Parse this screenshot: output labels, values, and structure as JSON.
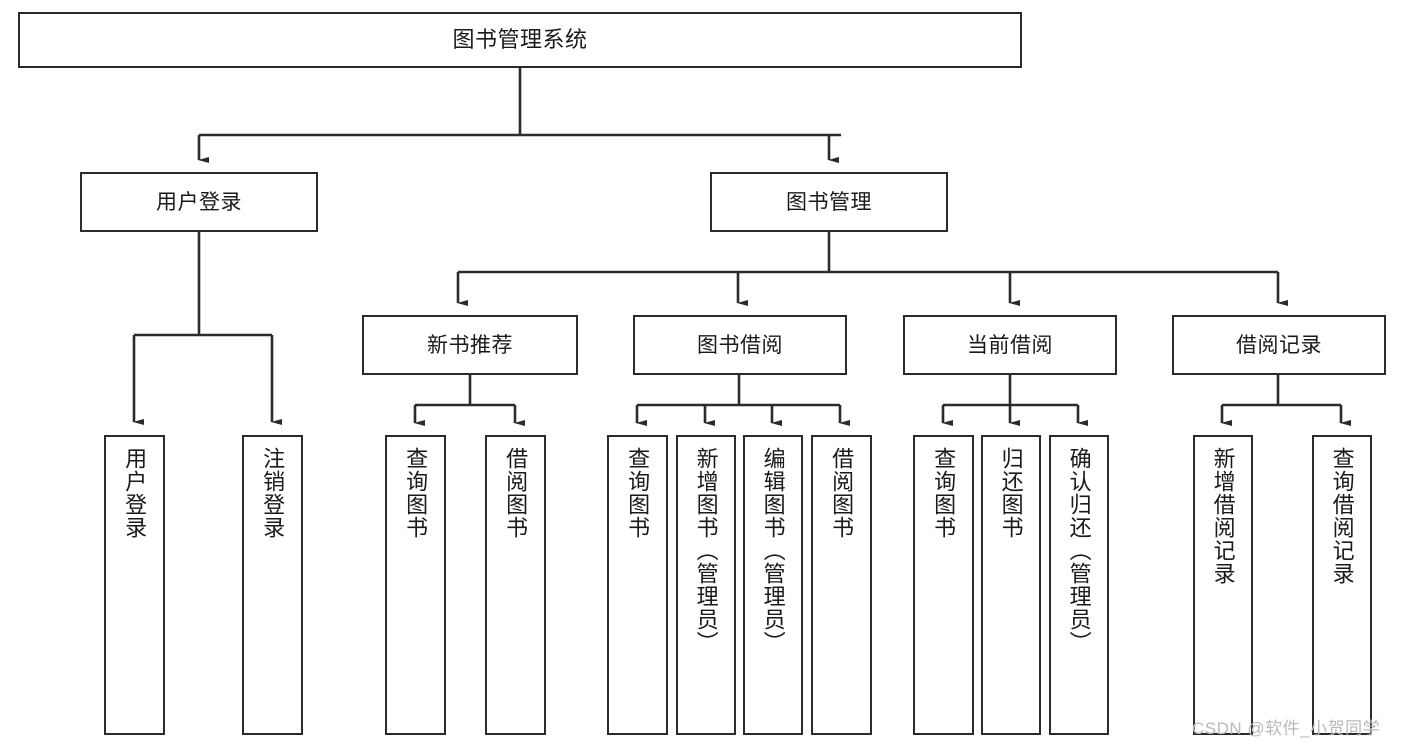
{
  "diagram": {
    "title": "图书管理系统",
    "type": "tree-hierarchy",
    "levels": 4,
    "root": {
      "id": "root",
      "label": "图书管理系统"
    },
    "level2": [
      {
        "id": "user-login",
        "label": "用户登录"
      },
      {
        "id": "book-manage",
        "label": "图书管理"
      }
    ],
    "level3": [
      {
        "id": "new-book-rec",
        "label": "新书推荐",
        "parent": "book-manage"
      },
      {
        "id": "book-borrow",
        "label": "图书借阅",
        "parent": "book-manage"
      },
      {
        "id": "current-borrow",
        "label": "当前借阅",
        "parent": "book-manage"
      },
      {
        "id": "borrow-record",
        "label": "借阅记录",
        "parent": "book-manage"
      }
    ],
    "leaves": [
      {
        "id": "leaf-user-login",
        "label": "用户登录",
        "parent": "user-login"
      },
      {
        "id": "leaf-logout",
        "label": "注销登录",
        "parent": "user-login"
      },
      {
        "id": "leaf-query-book-1",
        "label": "查询图书",
        "parent": "new-book-rec"
      },
      {
        "id": "leaf-borrow-book-1",
        "label": "借阅图书",
        "parent": "new-book-rec"
      },
      {
        "id": "leaf-query-book-2",
        "label": "查询图书",
        "parent": "book-borrow"
      },
      {
        "id": "leaf-add-book",
        "label": "新增图书（管理员）",
        "parent": "book-borrow"
      },
      {
        "id": "leaf-edit-book",
        "label": "编辑图书（管理员）",
        "parent": "book-borrow"
      },
      {
        "id": "leaf-borrow-book-2",
        "label": "借阅图书",
        "parent": "book-borrow"
      },
      {
        "id": "leaf-query-book-3",
        "label": "查询图书",
        "parent": "current-borrow"
      },
      {
        "id": "leaf-return-book",
        "label": "归还图书",
        "parent": "current-borrow"
      },
      {
        "id": "leaf-confirm-return",
        "label": "确认归还（管理员）",
        "parent": "current-borrow"
      },
      {
        "id": "leaf-add-record",
        "label": "新增借阅记录",
        "parent": "borrow-record"
      },
      {
        "id": "leaf-query-record",
        "label": "查询借阅记录",
        "parent": "borrow-record"
      }
    ]
  },
  "watermark": {
    "text": "CSDN @软件_小贺同学"
  },
  "colors": {
    "stroke": "#2b2b2b",
    "fill": "#ffffff",
    "text": "#1a1a1a",
    "watermark": "#b9b9b9"
  }
}
